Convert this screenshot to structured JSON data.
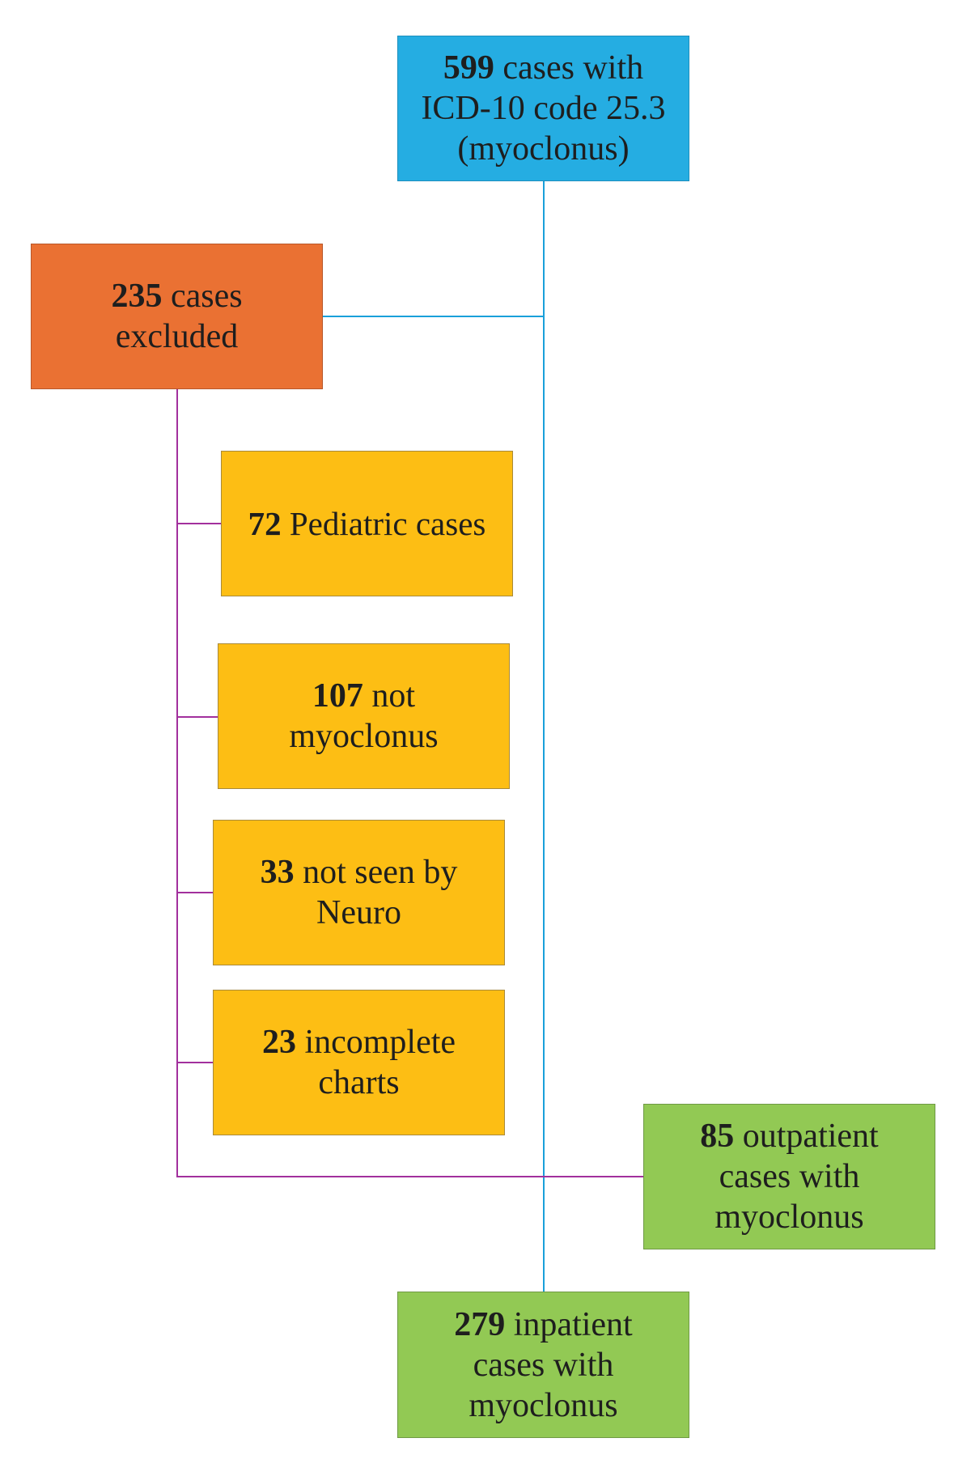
{
  "diagram": {
    "type": "flowchart",
    "colors": {
      "source_box": "#25ade2",
      "excluded_box": "#ea7133",
      "exclusion_reason_box": "#fdbe14",
      "result_box": "#92c954",
      "main_connector": "#1aa0da",
      "exclusion_connector": "#a2309d"
    },
    "nodes": {
      "start": {
        "count": "599",
        "lines": [
          " cases with",
          "ICD-10 code 25.3",
          "(myoclonus)"
        ]
      },
      "excluded": {
        "count": "235",
        "lines": [
          " cases",
          "excluded"
        ]
      },
      "pediatric": {
        "count": "72",
        "lines": [
          " Pediatric cases"
        ]
      },
      "not_myoclonus": {
        "count": "107",
        "lines": [
          " not",
          "myoclonus"
        ]
      },
      "not_seen_neuro": {
        "count": "33",
        "lines": [
          " not seen by",
          "Neuro"
        ]
      },
      "incomplete": {
        "count": "23",
        "lines": [
          " incomplete",
          "charts"
        ]
      },
      "outpatient": {
        "count": "85",
        "lines": [
          " outpatient",
          "cases with",
          "myoclonus"
        ]
      },
      "inpatient": {
        "count": "279",
        "lines": [
          " inpatient",
          "cases with",
          "myoclonus"
        ]
      }
    },
    "edges": [
      {
        "from": "start",
        "to": "excluded"
      },
      {
        "from": "start",
        "to": "inpatient"
      },
      {
        "from": "excluded",
        "to": "pediatric"
      },
      {
        "from": "excluded",
        "to": "not_myoclonus"
      },
      {
        "from": "excluded",
        "to": "not_seen_neuro"
      },
      {
        "from": "excluded",
        "to": "incomplete"
      },
      {
        "from": "excluded",
        "to": "outpatient"
      }
    ]
  }
}
